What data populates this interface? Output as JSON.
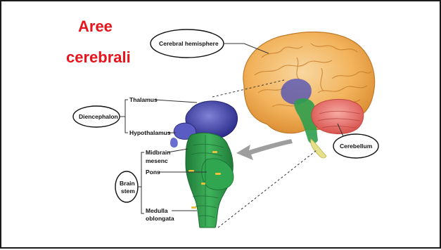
{
  "title": {
    "line1": "Aree",
    "line2": "cerebrali"
  },
  "labels": {
    "cerebral_hemisphere": "Cerebral hemisphere",
    "diencephalon": "Diencephalon",
    "thalamus": "Thalamus",
    "hypothalamus": "Hypothalamus",
    "midbrain": "Midbrain",
    "mesenc": "mesenc",
    "pons": "Pons",
    "brain": "Brain",
    "stem": "stem",
    "medulla": "Medulla",
    "oblongata": "oblongata",
    "cerebellum": "Cerebellum"
  },
  "colors": {
    "title": "#e8141b",
    "cerebrum": "#f2b35c",
    "thalamus": "#3e3fa8",
    "brainstem": "#2e9e4d",
    "cerebellum": "#e8716a",
    "arrow": "#9e9e9e"
  }
}
